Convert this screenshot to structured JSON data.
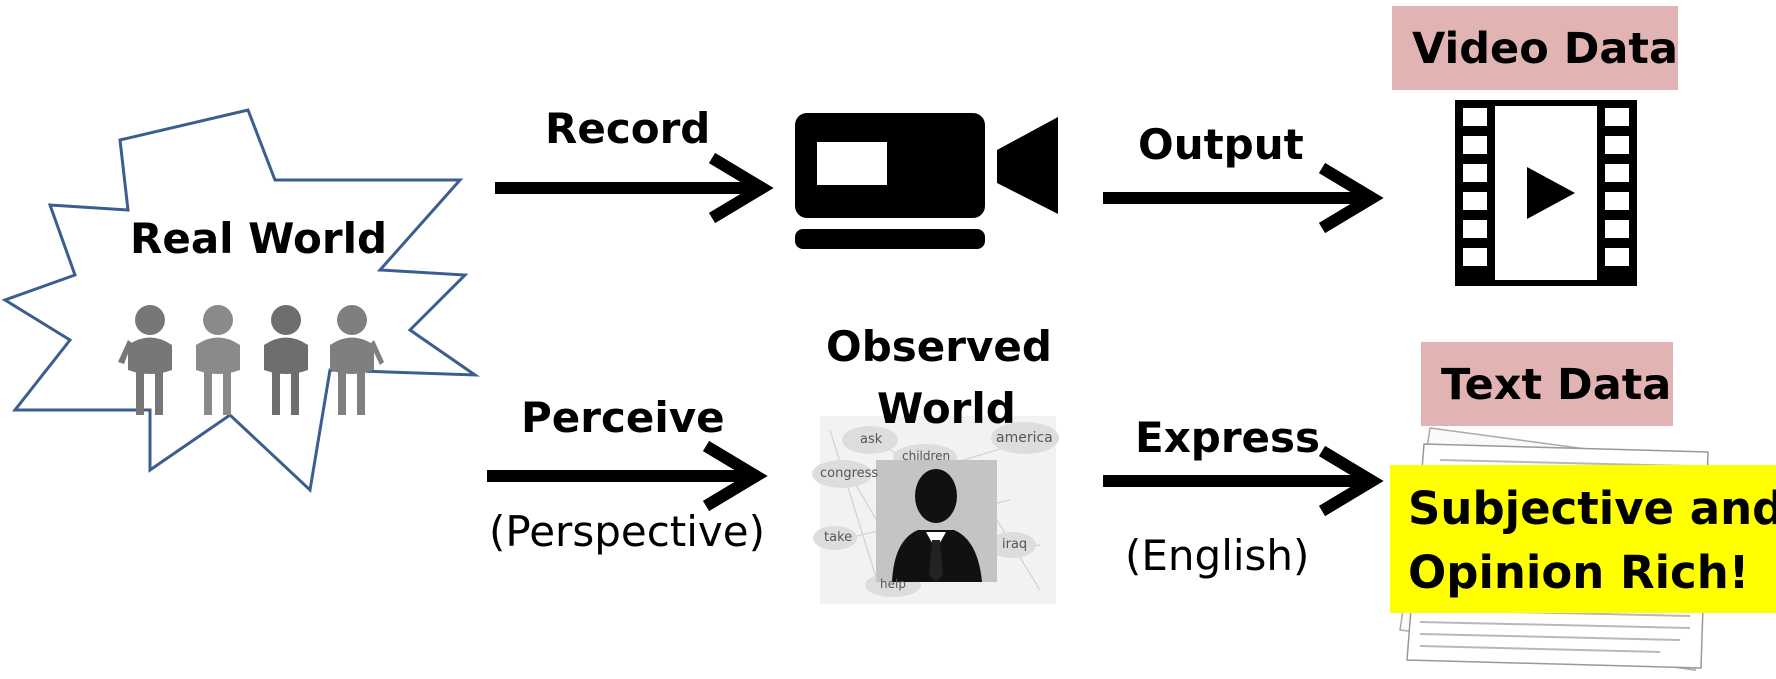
{
  "real_world": {
    "label": "Real World"
  },
  "record": {
    "label": "Record"
  },
  "output": {
    "label": "Output"
  },
  "video_data": {
    "label": "Video Data"
  },
  "perceive": {
    "label": "Perceive",
    "sublabel": "(Perspective)"
  },
  "observed_world": {
    "label_line1": "Observed",
    "label_line2": "World",
    "word_cloud": [
      "ask",
      "children",
      "america",
      "congress",
      "take",
      "iraq",
      "help"
    ]
  },
  "express": {
    "label": "Express",
    "sublabel": "(English)"
  },
  "text_data": {
    "label": "Text Data"
  },
  "callout": {
    "line1": "Subjective and",
    "line2": "Opinion Rich!"
  },
  "colors": {
    "starburst": "#3a5f8f",
    "pink": "#e2b3b3",
    "yellow": "#ffff00",
    "arrow": "#000000"
  },
  "icons": [
    "starburst-shape",
    "people-icon",
    "video-camera-icon",
    "film-strip-icon",
    "person-silhouette-icon",
    "document-stack-icon"
  ]
}
